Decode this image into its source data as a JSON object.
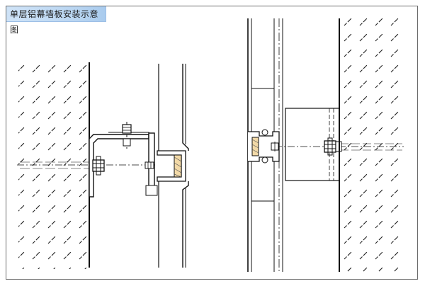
{
  "title": "单层铝幕墙板安装示意图",
  "colors": {
    "line": "#111111",
    "hatch": "#222222",
    "panel_core": "#f2d9a7",
    "title_bg": "#bcd6f2"
  },
  "figures": [
    {
      "id": "left-detail",
      "elements": [
        "wall-section-hatched",
        "l-angle-bracket",
        "anchor-bolt",
        "aluminum-panel",
        "sealant-joint"
      ]
    },
    {
      "id": "right-detail",
      "elements": [
        "wall-section-hatched",
        "embedded-plate",
        "anchor-bolt",
        "aluminum-panel",
        "sealant-joint"
      ]
    }
  ]
}
